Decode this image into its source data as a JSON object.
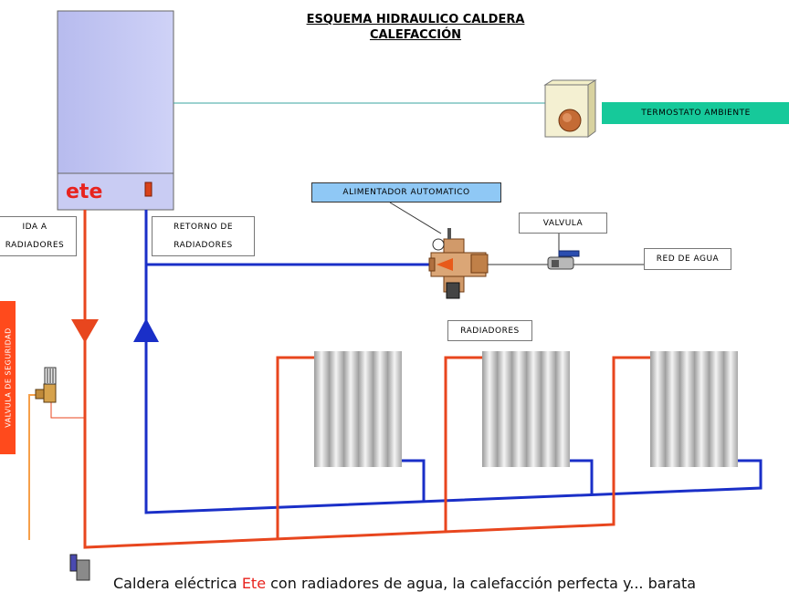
{
  "title": {
    "line1": "ESQUEMA HIDRAULICO CALDERA",
    "line2": "CALEFACCIÓN"
  },
  "labels": {
    "brand": "ete",
    "termostato": "TERMOSTATO AMBIENTE",
    "alimentador": "ALIMENTADOR AUTOMATICO",
    "valvula": "VALVULA",
    "red_agua": "RED DE AGUA",
    "radiadores": "RADIADORES",
    "ida_line1": "IDA A",
    "ida_line2": "RADIADORES",
    "retorno_line1": "RETORNO DE",
    "retorno_line2": "RADIADORES",
    "valvula_seguridad": "VALVULA DE SEGURIDAD"
  },
  "caption": {
    "part1": "Caldera eléctrica ",
    "brand": "Ete",
    "part2": " con radiadores de agua, la calefacción perfecta y... barata"
  },
  "colors": {
    "supply_pipe": "#e8461e",
    "return_pipe": "#1a2fc8",
    "boiler": "#c5c8f2",
    "termostato_label": "#16c99a",
    "alimentador_label": "#8fc8f5",
    "safety_label": "#ff4a1c"
  }
}
